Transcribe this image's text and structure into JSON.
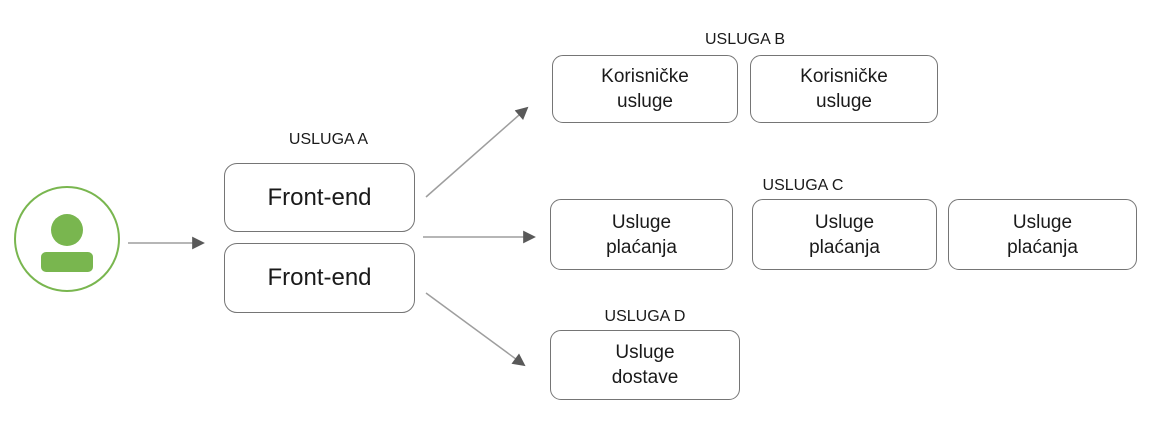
{
  "diagram": {
    "user": {
      "icon": "person-icon"
    },
    "groups": [
      {
        "id": "A",
        "label": "USLUGA A",
        "nodes": [
          "Front-end",
          "Front-end"
        ]
      },
      {
        "id": "B",
        "label": "USLUGA B",
        "nodes": [
          "Korisničke usluge",
          "Korisničke usluge"
        ]
      },
      {
        "id": "C",
        "label": "USLUGA C",
        "nodes": [
          "Usluge plaćanja",
          "Usluge plaćanja",
          "Usluge plaćanja"
        ]
      },
      {
        "id": "D",
        "label": "USLUGA D",
        "nodes": [
          "Usluge dostave"
        ]
      }
    ],
    "edges": [
      {
        "from": "user",
        "to": "A"
      },
      {
        "from": "A",
        "to": "B"
      },
      {
        "from": "A",
        "to": "C"
      },
      {
        "from": "A",
        "to": "D"
      }
    ],
    "colors": {
      "icon_green": "#79B64F",
      "box_border": "#757575",
      "arrow_line": "#9E9E9E",
      "arrow_head": "#595959",
      "text": "#1A1A1A"
    }
  }
}
